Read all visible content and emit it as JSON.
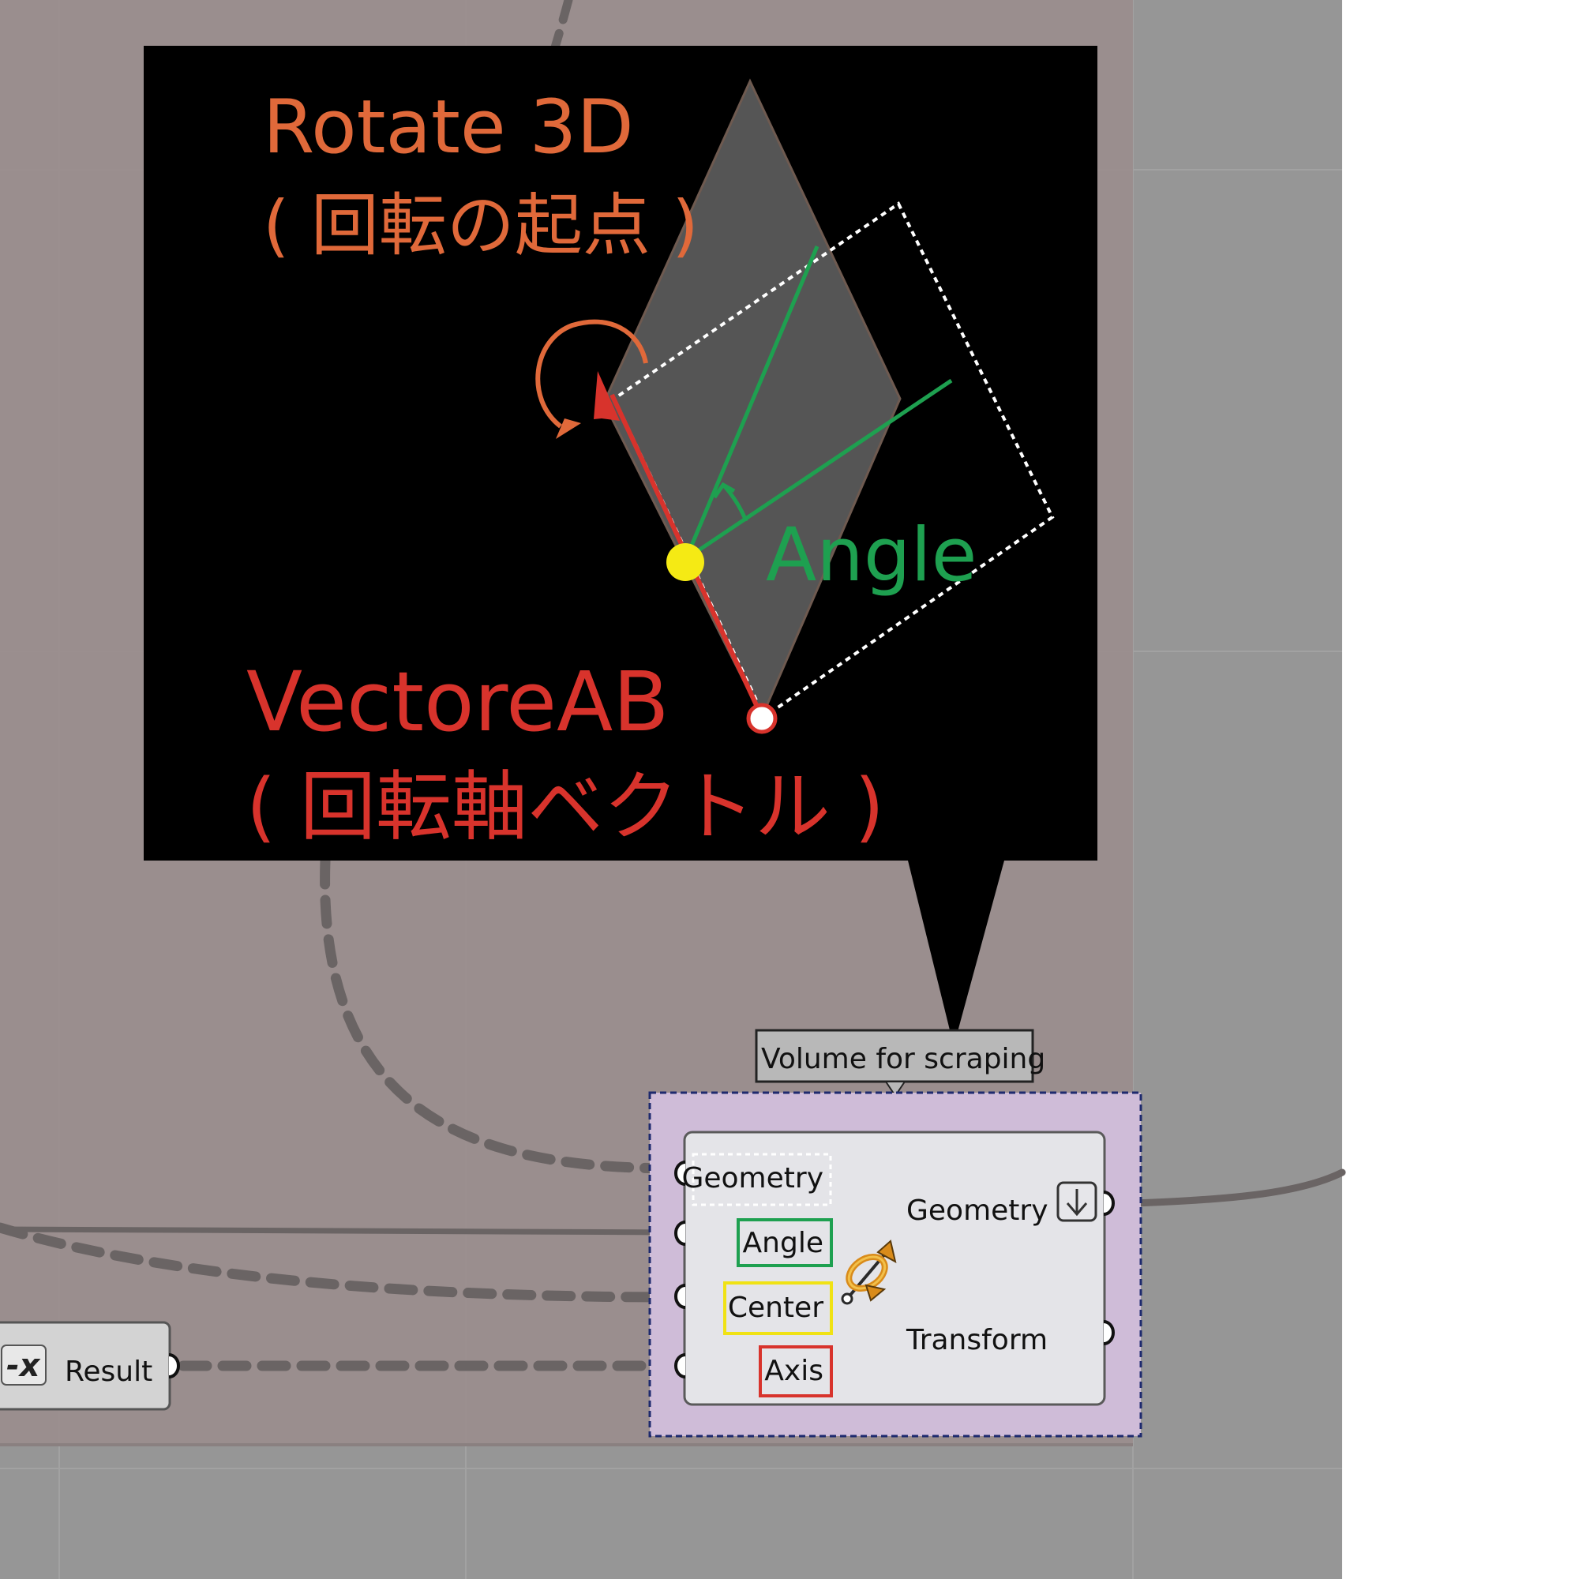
{
  "callout": {
    "title_line1": "Rotate 3D",
    "title_line2": "( 回転の起点 )",
    "angle_label": "Angle",
    "vector_line1": "VectoreAB",
    "vector_line2": "( 回転軸ベクトル )"
  },
  "group": {
    "label": "Volume for scraping"
  },
  "component": {
    "inputs": [
      "Geometry",
      "Angle",
      "Center",
      "Axis"
    ],
    "outputs": [
      "Geometry",
      "Transform"
    ]
  },
  "negate_node": {
    "icon_glyph": "-x",
    "label": "Result"
  },
  "colors": {
    "canvas_grey": "#969696",
    "group_shade": "#9a8d8d",
    "callout_bg": "#000000",
    "orange": "#e0693a",
    "red": "#d8332c",
    "green": "#1ea050",
    "yellow": "#f5ea14",
    "group_fill": "#cfbcd8",
    "group_border": "#1e2a6e"
  }
}
